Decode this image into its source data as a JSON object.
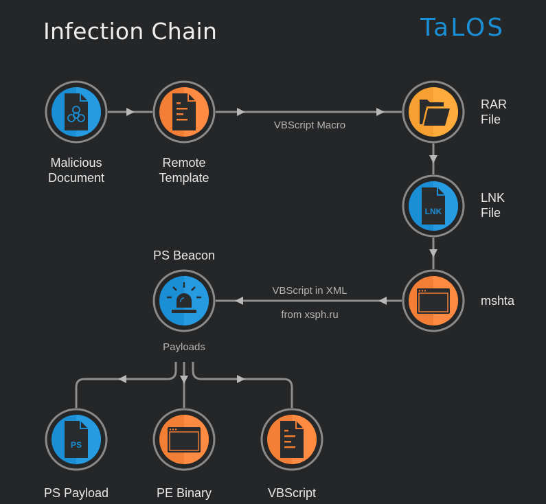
{
  "header": {
    "title": "Infection Chain",
    "logo": "TaLOS"
  },
  "colors": {
    "background": "#252628",
    "blue": "#1b8fd6",
    "orange": "#f37e35",
    "amber": "#f5a030",
    "ring": "#8a8a8a",
    "connector": "#8e8e8e",
    "icon": "#2a2b2d"
  },
  "nodes": [
    {
      "id": "malicious-document",
      "label_line1": "Malicious",
      "label_line2": "Document",
      "color": "blue",
      "icon": "biohazard-document-icon"
    },
    {
      "id": "remote-template",
      "label_line1": "Remote",
      "label_line2": "Template",
      "color": "orange",
      "icon": "document-icon"
    },
    {
      "id": "rar-file",
      "label_line1": "RAR",
      "label_line2": "File",
      "color": "amber",
      "icon": "folder-icon"
    },
    {
      "id": "lnk-file",
      "label_line1": "LNK",
      "label_line2": "File",
      "color": "blue",
      "icon": "lnk-file-icon",
      "icon_text": "LNK"
    },
    {
      "id": "mshta",
      "label_line1": "mshta",
      "color": "orange",
      "icon": "window-icon"
    },
    {
      "id": "ps-beacon",
      "label_line1": "PS Beacon",
      "color": "blue",
      "icon": "beacon-icon"
    },
    {
      "id": "ps-payload",
      "label_line1": "PS Payload",
      "color": "blue",
      "icon": "ps-file-icon",
      "icon_text": "PS"
    },
    {
      "id": "pe-binary",
      "label_line1": "PE Binary",
      "color": "orange",
      "icon": "window-icon"
    },
    {
      "id": "vbscript",
      "label_line1": "VBScript",
      "color": "orange",
      "icon": "document-icon"
    }
  ],
  "edges": [
    {
      "from": "malicious-document",
      "to": "remote-template"
    },
    {
      "from": "remote-template",
      "to": "rar-file",
      "label": "VBScript Macro"
    },
    {
      "from": "rar-file",
      "to": "lnk-file"
    },
    {
      "from": "lnk-file",
      "to": "mshta"
    },
    {
      "from": "mshta",
      "to": "ps-beacon",
      "label_line1": "VBScript in XML",
      "label_line2": "from xsph.ru"
    },
    {
      "from": "ps-beacon",
      "to": "ps-payload"
    },
    {
      "from": "ps-beacon",
      "to": "pe-binary"
    },
    {
      "from": "ps-beacon",
      "to": "vbscript"
    }
  ],
  "branch_label": "Payloads"
}
